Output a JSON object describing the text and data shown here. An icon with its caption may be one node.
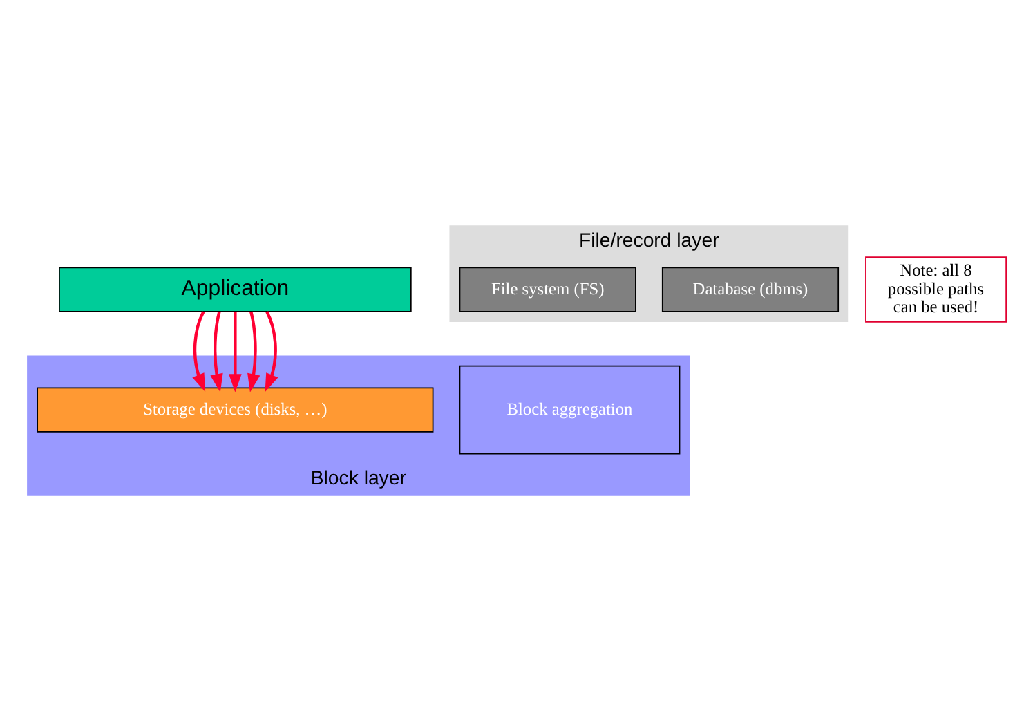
{
  "diagram": {
    "nodes": [
      {
        "text": [
          "Application"
        ]
      },
      {
        "text": [
          "File/record layer"
        ]
      },
      {
        "text": [
          "Database (dbms)"
        ],
        "in": 1
      },
      {
        "text": [
          "File system (FS)"
        ],
        "in": 1
      },
      {
        "text": [
          "Block layer"
        ]
      },
      {
        "text": [
          "Block aggregation"
        ],
        "in": 4
      },
      {
        "text": [
          "Storage devices (disks, …)"
        ],
        "in": 4
      },
      {
        "text": [
          "Note: all 8 possible paths can be used!"
        ]
      }
    ],
    "edges": [
      {
        "from": 0,
        "to": 6,
        "arrow": "to"
      },
      {
        "from": 0,
        "to": 6,
        "arrow": "to"
      },
      {
        "from": 0,
        "to": 6,
        "arrow": "to"
      },
      {
        "from": 0,
        "to": 6,
        "arrow": "to"
      },
      {
        "from": 0,
        "to": 6,
        "arrow": "to"
      }
    ]
  }
}
